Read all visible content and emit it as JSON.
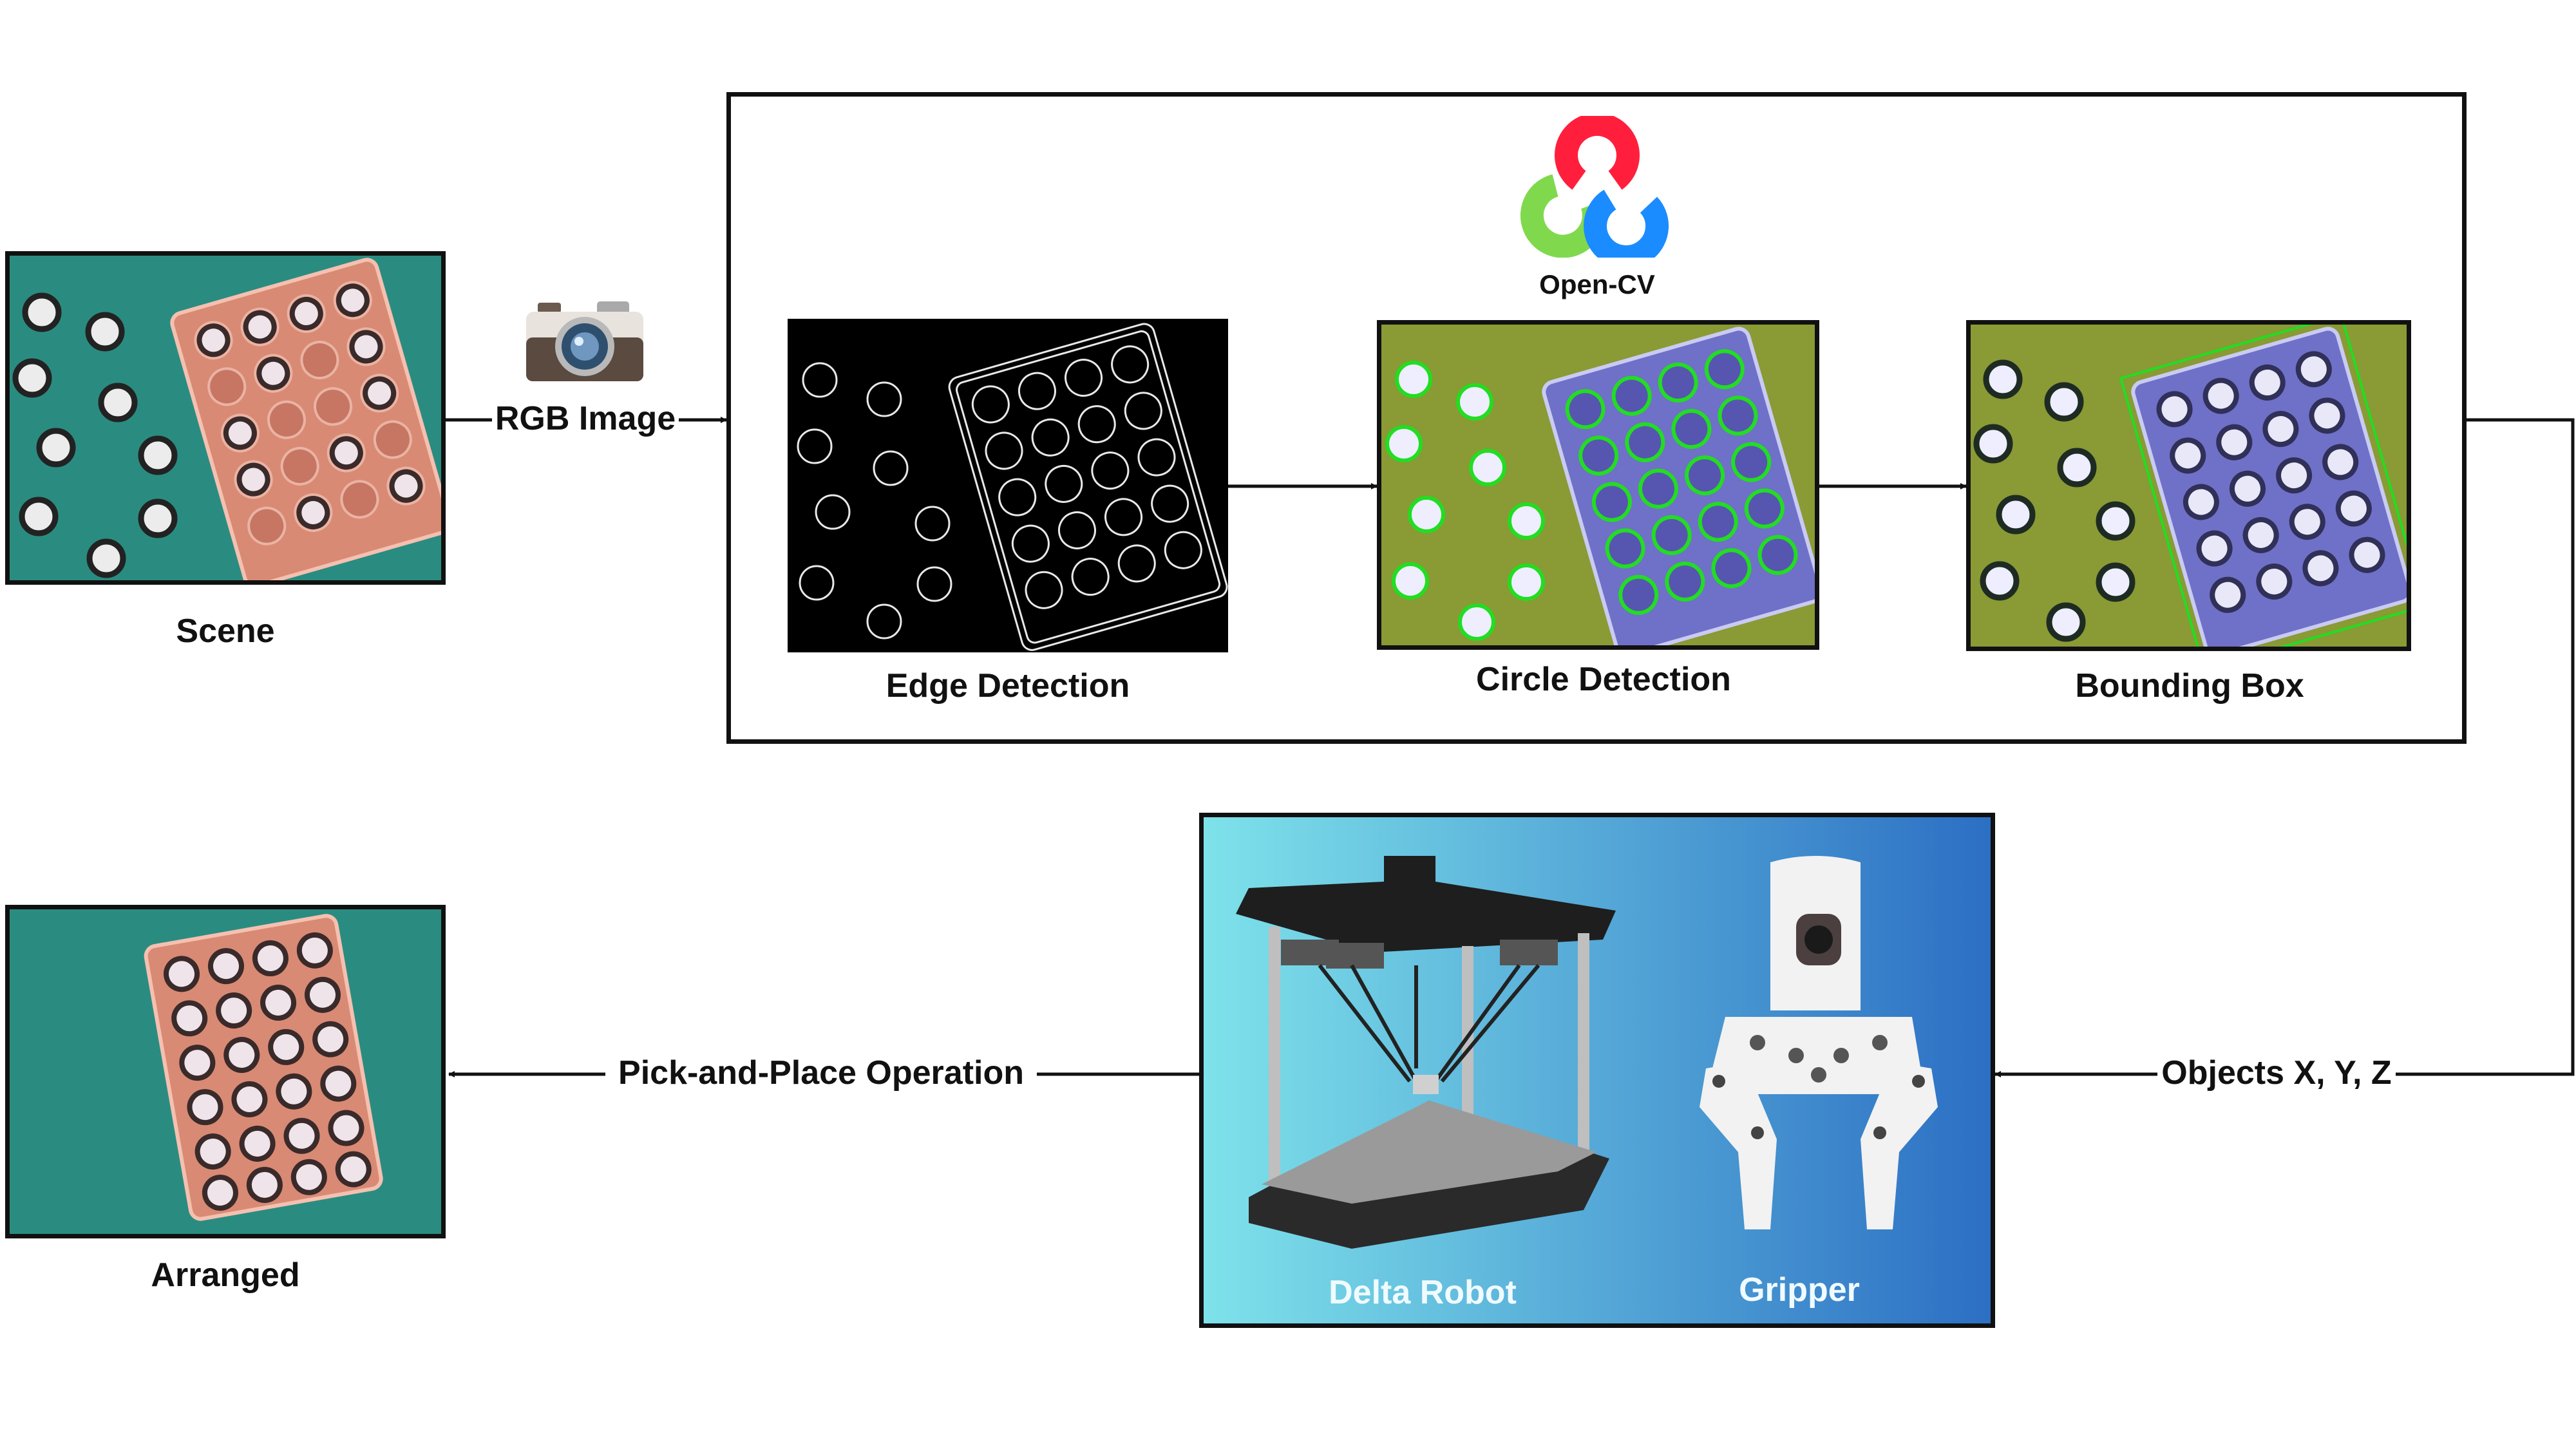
{
  "scene": {
    "caption": "Scene"
  },
  "camera_link": {
    "label": "RGB Image",
    "icon": "camera-icon"
  },
  "opencv": {
    "logo_text": "Open-CV",
    "colors": {
      "red": "#ff1f3d",
      "green": "#80d94d",
      "blue": "#1a8cff"
    }
  },
  "steps": [
    {
      "caption": "Edge Detection"
    },
    {
      "caption": "Circle Detection"
    },
    {
      "caption": "Bounding Box"
    }
  ],
  "robot_panel": {
    "delta_caption": "Delta Robot",
    "gripper_caption": "Gripper",
    "gradient": [
      "#7ee2ea",
      "#2c6fc4"
    ]
  },
  "output_link": {
    "label": "Objects X, Y, Z"
  },
  "action_link": {
    "label": "Pick-and-Place Operation"
  },
  "arranged": {
    "caption": "Arranged"
  },
  "colors": {
    "scene_bg": "#2a8c80",
    "tray": "#d98a74",
    "field_bg": "#8a9a35",
    "detect_green": "#22dd22",
    "tray_blue": "#6f70c8"
  }
}
